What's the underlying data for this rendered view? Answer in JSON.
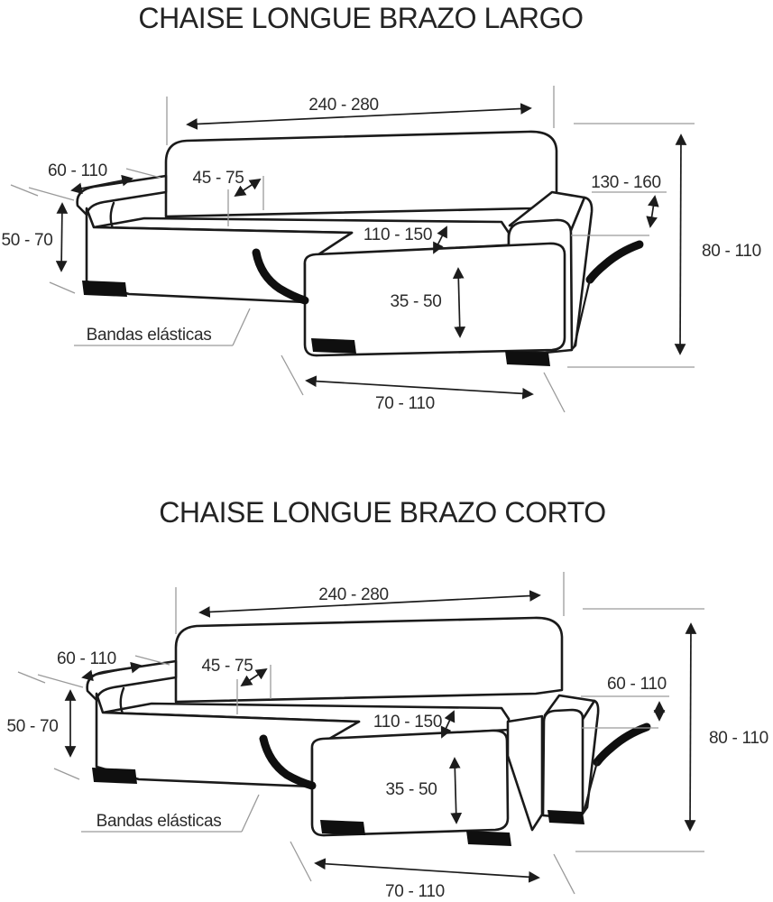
{
  "colors": {
    "ink": "#1a1a1a",
    "leader": "#9a9a9a",
    "background": "#ffffff"
  },
  "d1": {
    "title": "CHAISE LONGUE BRAZO LARGO",
    "labels": {
      "back_width": "240 - 280",
      "left_arm": "60 - 110",
      "seat_back": "45 - 75",
      "right_arm": "130 - 160",
      "left_height": "50 - 70",
      "chaise_top": "110 - 150",
      "total_height": "80 - 110",
      "chaise_front": "35 - 50",
      "chaise_bottom": "70 - 110",
      "elastic_note": "Bandas elásticas"
    }
  },
  "d2": {
    "title": "CHAISE LONGUE BRAZO CORTO",
    "labels": {
      "back_width": "240 - 280",
      "left_arm": "60 - 110",
      "seat_back": "45 - 75",
      "right_arm": "60 - 110",
      "left_height": "50 - 70",
      "chaise_top": "110 - 150",
      "total_height": "80 - 110",
      "chaise_front": "35 - 50",
      "chaise_bottom": "70 - 110",
      "elastic_note": "Bandas elásticas"
    }
  }
}
